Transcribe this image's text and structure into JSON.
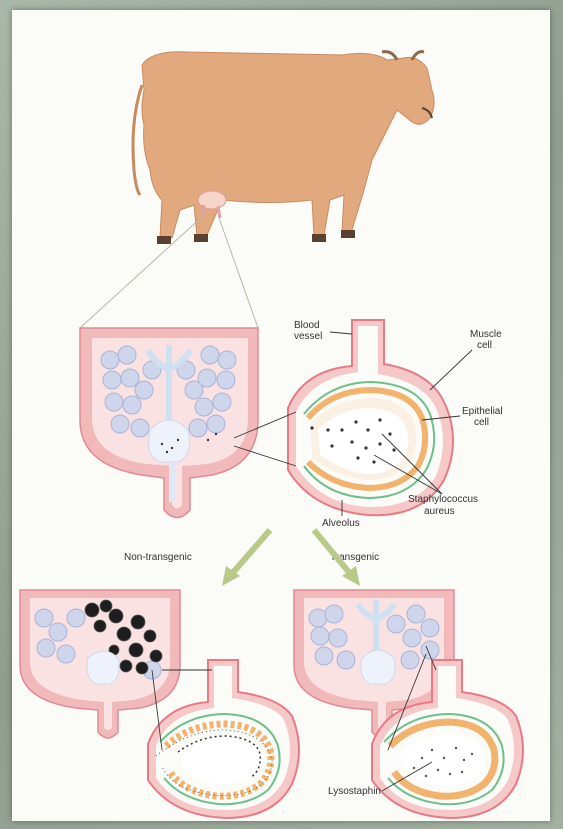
{
  "labels": {
    "blood_vessel_1": "Blood",
    "blood_vessel_2": "vessel",
    "muscle_cell_1": "Muscle",
    "muscle_cell_2": "cell",
    "epithelial_cell_1": "Epithelial",
    "epithelial_cell_2": "cell",
    "alveolus": "Alveolus",
    "staph_1": "Staphylococcus",
    "staph_2": "aureus",
    "non_transgenic": "Non-transgenic",
    "transgenic": "Transgenic",
    "lysostaphin": "Lysostaphin"
  },
  "colors": {
    "cow": "#e2a97f",
    "udder_pink": "#f1b9b9",
    "vessel_pink": "#e87a86",
    "lobule_blue": "#cfd6ec",
    "duct_blue": "#dfe7f4",
    "epithelium_orange": "#f2b36e",
    "muscle_green": "#6dbf8c",
    "arrow_green": "#b9c98a"
  }
}
